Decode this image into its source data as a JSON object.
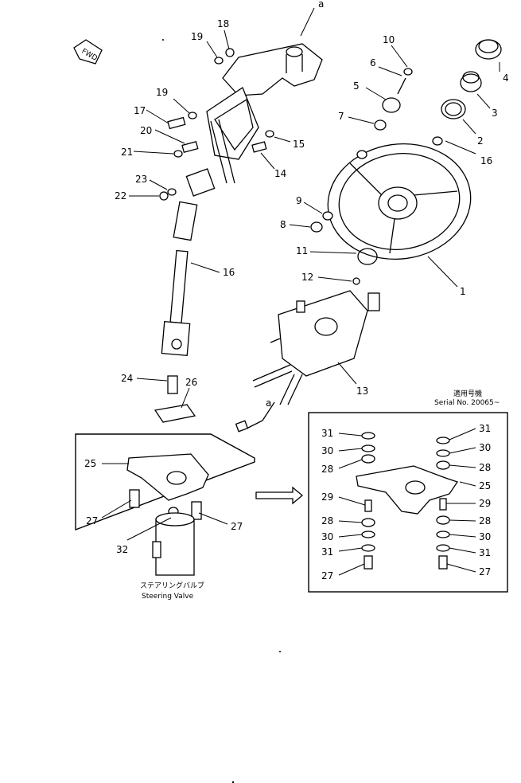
{
  "fwd_label": "FWD",
  "ref_label_top": "a",
  "ref_label_bottom": "a",
  "steering_valve_jp": "ステアリングバルブ",
  "steering_valve_en": "Steering Valve",
  "serial_jp": "適用号機",
  "serial_en": "Serial No. 20065~",
  "callouts": [
    {
      "id": "c18",
      "label": "18"
    },
    {
      "id": "c19a",
      "label": "19"
    },
    {
      "id": "c10",
      "label": "10"
    },
    {
      "id": "c6",
      "label": "6"
    },
    {
      "id": "c4",
      "label": "4"
    },
    {
      "id": "c5",
      "label": "5"
    },
    {
      "id": "c3",
      "label": "3"
    },
    {
      "id": "c19b",
      "label": "19"
    },
    {
      "id": "c17",
      "label": "17"
    },
    {
      "id": "c7",
      "label": "7"
    },
    {
      "id": "c2",
      "label": "2"
    },
    {
      "id": "c20",
      "label": "20"
    },
    {
      "id": "c15",
      "label": "15"
    },
    {
      "id": "c16a",
      "label": "16"
    },
    {
      "id": "c21",
      "label": "21"
    },
    {
      "id": "c14",
      "label": "14"
    },
    {
      "id": "c23",
      "label": "23"
    },
    {
      "id": "c22",
      "label": "22"
    },
    {
      "id": "c9",
      "label": "9"
    },
    {
      "id": "c8",
      "label": "8"
    },
    {
      "id": "c11",
      "label": "11"
    },
    {
      "id": "c16b",
      "label": "16"
    },
    {
      "id": "c12",
      "label": "12"
    },
    {
      "id": "c1",
      "label": "1"
    },
    {
      "id": "c13",
      "label": "13"
    },
    {
      "id": "c24",
      "label": "24"
    },
    {
      "id": "c26",
      "label": "26"
    },
    {
      "id": "c25a",
      "label": "25"
    },
    {
      "id": "c27a",
      "label": "27"
    },
    {
      "id": "c27b",
      "label": "27"
    },
    {
      "id": "c32",
      "label": "32"
    },
    {
      "id": "c31a",
      "label": "31"
    },
    {
      "id": "c31b",
      "label": "31"
    },
    {
      "id": "c30a",
      "label": "30"
    },
    {
      "id": "c30b",
      "label": "30"
    },
    {
      "id": "c28a",
      "label": "28"
    },
    {
      "id": "c28b",
      "label": "28"
    },
    {
      "id": "c25b",
      "label": "25"
    },
    {
      "id": "c29a",
      "label": "29"
    },
    {
      "id": "c29b",
      "label": "29"
    },
    {
      "id": "c28c",
      "label": "28"
    },
    {
      "id": "c28d",
      "label": "28"
    },
    {
      "id": "c30c",
      "label": "30"
    },
    {
      "id": "c30d",
      "label": "30"
    },
    {
      "id": "c31c",
      "label": "31"
    },
    {
      "id": "c31d",
      "label": "31"
    },
    {
      "id": "c27c",
      "label": "27"
    },
    {
      "id": "c27d",
      "label": "27"
    }
  ]
}
